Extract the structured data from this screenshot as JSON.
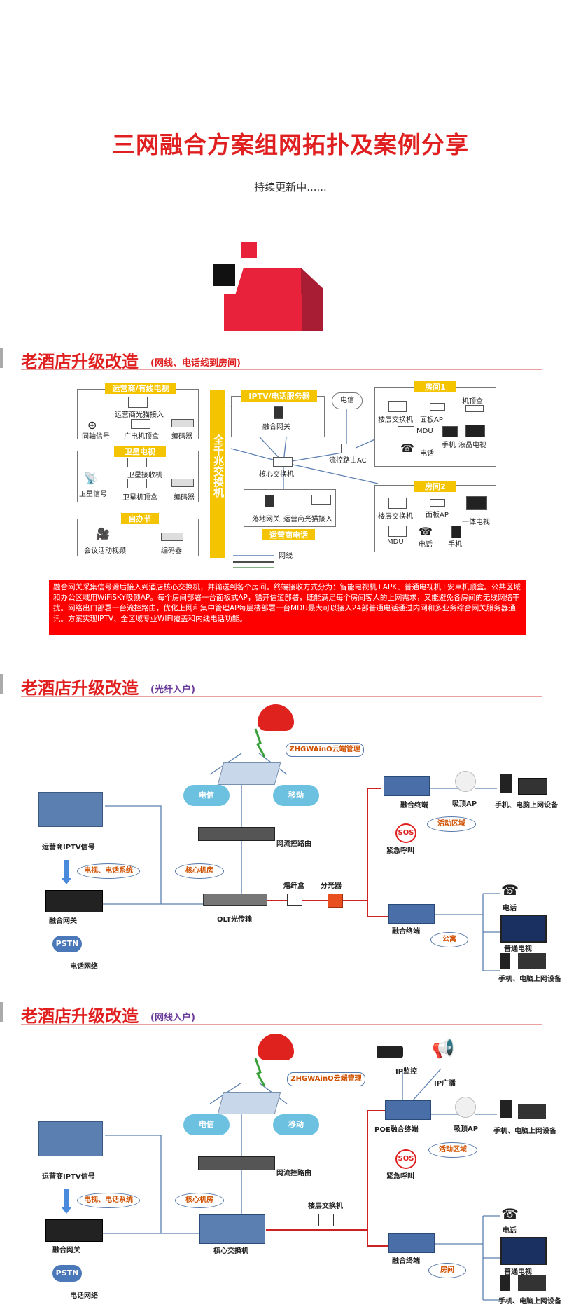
{
  "header": {
    "title": "三网融合方案组网拓扑及案例分享",
    "subtitle": "持续更新中......"
  },
  "section1": {
    "title": "老酒店升级改造",
    "sub": "(网线、电话线到房间)",
    "groups": {
      "operator_cable": "运营商/有线电视",
      "satellite": "卫星电视",
      "self_media": "自办节",
      "iptv_server": "IPTV/电话服务器",
      "operator_phone": "运营商电话",
      "room1": "房间1",
      "room2": "房间2",
      "backbone": "全千兆交换机"
    },
    "labels": {
      "op_fiber_cat": "运营商光猫接入",
      "coax": "同轴信号",
      "cable_stb": "广电机顶盒",
      "encoder1": "编码器",
      "sat_receiver": "卫星接收机",
      "sat_signal": "卫星信号",
      "sat_stb": "卫星机顶盒",
      "encoder2": "编码器",
      "conference": "会议活动视频",
      "encoder3": "编码器",
      "fusion_gw": "融合网关",
      "telecom": "电信",
      "flow_router": "流控路由AC",
      "core_switch": "核心交换机",
      "landing_gw": "落地网关",
      "op_fiber_cat2": "运营商光猫接入",
      "cable_legend": "网线",
      "r1_floor_switch": "楼层交换机",
      "r1_panel_ap": "面板AP",
      "r1_stb": "机顶盒",
      "r1_mdu": "MDU",
      "r1_phone_mobile": "手机",
      "r1_lcd": "液晶电视",
      "r1_tel": "电话",
      "r2_floor_switch": "楼层交换机",
      "r2_panel_ap": "面板AP",
      "r2_aio": "一体电视",
      "r2_mdu": "MDU",
      "r2_tel": "电话",
      "r2_mobile": "手机"
    },
    "note": "融合网关采集信号源后接入到酒店核心交换机，并输送到各个房间。终端接收方式分为：智能电视机+APK、普通电视机+安卓机顶盒。公共区域和办公区域用WiFiSKY吸顶AP。每个房间部署一台面板式AP，错开信道部署，既能满足每个房间客人的上网需求，又能避免各房间的无线网络干扰。网络出口部署一台流控路由，优化上网和集中管理AP每层楼部署一台MDU最大可以接入24部普通电话通过内网和多业务综合网关服务器通讯。方案实现IPTV、全区域专业WIFI覆盖和内线电话功能。"
  },
  "section2": {
    "title": "老酒店升级改造",
    "sub": "(光纤入户)",
    "labels": {
      "cloud": "ZHGWAinO云端管理",
      "telecom": "电信",
      "mobile": "移动",
      "flow_router": "网流控路由",
      "op_iptv": "运营商IPTV信号",
      "tv_phone_sys": "电视、电话系统",
      "core_room": "核心机房",
      "fusion_gw": "融合网关",
      "olt": "OLT光传输",
      "splice_box": "熔纤盒",
      "splitter": "分光器",
      "pstn": "PSTN",
      "phone_net": "电话网络",
      "fusion_term1": "融合终端",
      "ceiling_ap": "吸顶AP",
      "devices1": "手机、电脑上网设备",
      "activity": "活动区域",
      "emergency": "紧急呼叫",
      "sos": "SOS",
      "fusion_term2": "融合终端",
      "apartment": "公寓",
      "tel": "电话",
      "normal_tv": "普通电视",
      "devices2": "手机、电脑上网设备"
    }
  },
  "section3": {
    "title": "老酒店升级改造",
    "sub": "(网线入户)",
    "labels": {
      "cloud": "ZHGWAinO云端管理",
      "ip_cam": "IP监控",
      "ip_broadcast": "IP广播",
      "telecom": "电信",
      "mobile": "移动",
      "flow_router": "网流控路由",
      "op_iptv": "运营商IPTV信号",
      "tv_phone_sys": "电视、电话系统",
      "core_room": "核心机房",
      "floor_switch": "楼层交换机",
      "fusion_gw": "融合网关",
      "core_switch": "核心交换机",
      "pstn": "PSTN",
      "phone_net": "电话网络",
      "poe_term": "POE融合终端",
      "ceiling_ap": "吸顶AP",
      "devices1": "手机、电脑上网设备",
      "activity": "活动区域",
      "emergency": "紧急呼叫",
      "sos": "SOS",
      "fusion_term2": "融合终端",
      "room": "房间",
      "tel": "电话",
      "normal_tv": "普通电视",
      "devices2": "手机、电脑上网设备"
    }
  }
}
